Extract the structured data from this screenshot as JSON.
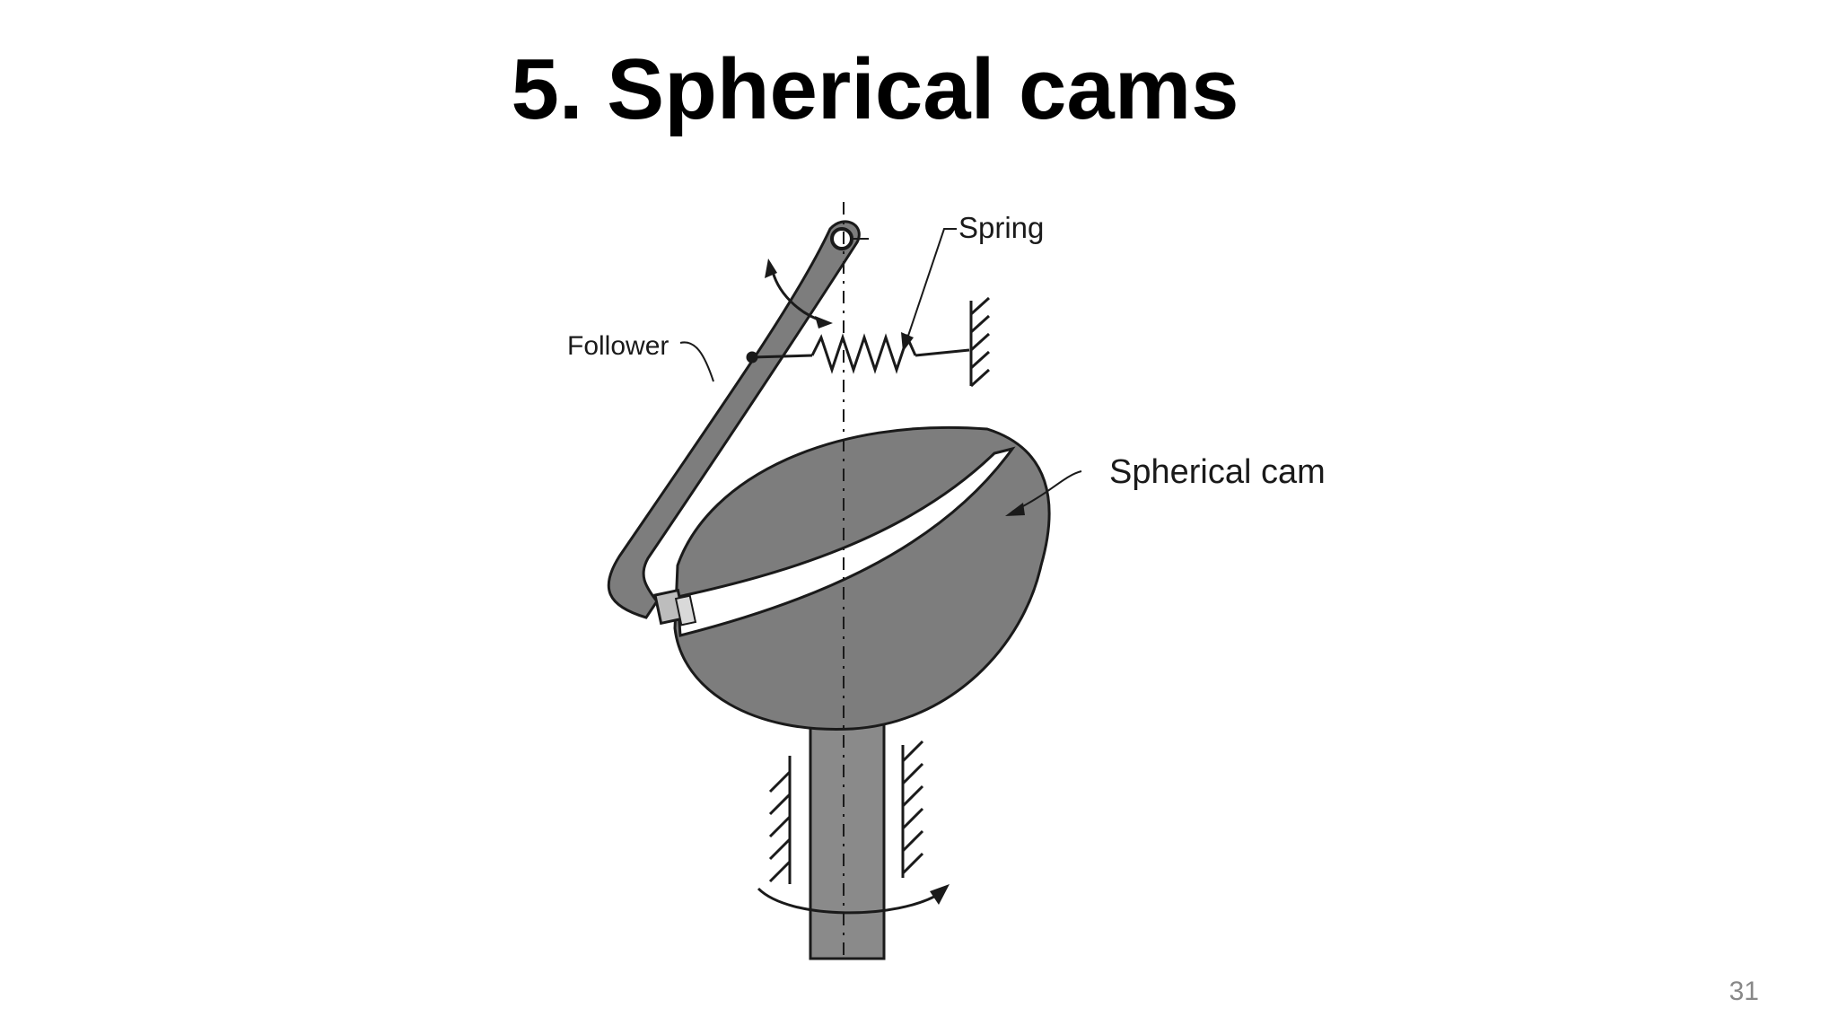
{
  "slide": {
    "title": "5. Spherical cams",
    "page_number": "31"
  },
  "diagram": {
    "labels": {
      "spring": "Spring",
      "follower": "Follower",
      "cam": "Spherical cam"
    },
    "colors": {
      "body_fill": "#7d7d7d",
      "stroke": "#1a1a1a",
      "shaft_fill": "#8a8a8a"
    }
  }
}
